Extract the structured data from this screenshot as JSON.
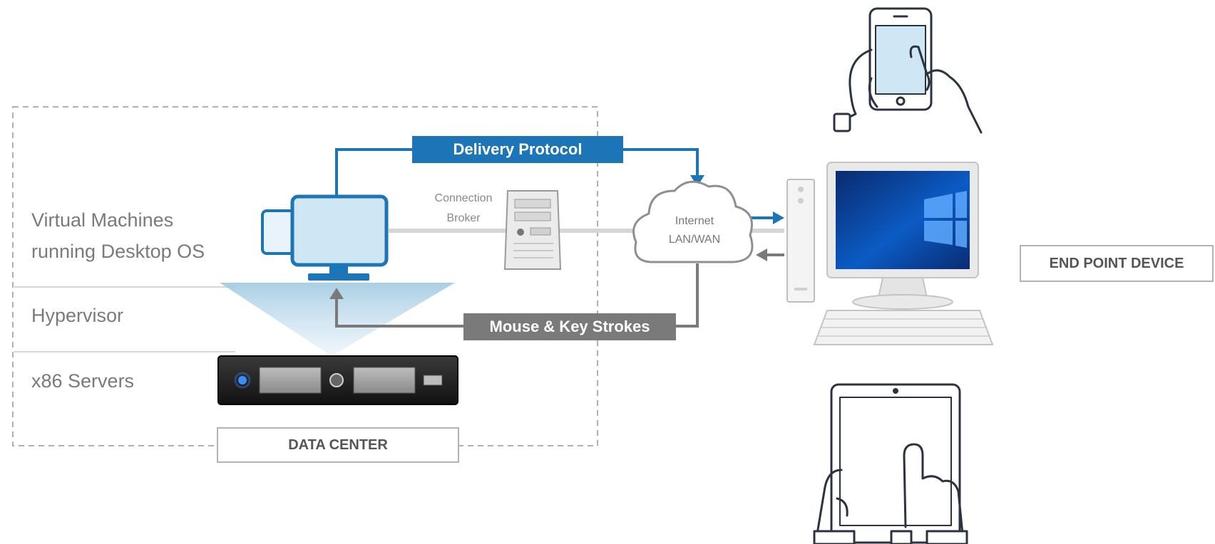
{
  "layers": {
    "vm_line1": "Virtual Machines",
    "vm_line2": "running Desktop OS",
    "hypervisor": "Hypervisor",
    "servers": "x86 Servers"
  },
  "data_center_label": "DATA CENTER",
  "endpoint_label": "END POINT DEVICE",
  "delivery_protocol": "Delivery Protocol",
  "mouse_keystrokes": "Mouse & Key Strokes",
  "broker": {
    "line1": "Connection",
    "line2": "Broker"
  },
  "network": {
    "line1": "Internet",
    "line2": "LAN/WAN"
  },
  "colors": {
    "protocol_blue": "#1b75b6",
    "feedback_gray": "#7a7a7a",
    "monitor_fill": "#cfe6f5",
    "beam": "#bcd9ea"
  },
  "icons": [
    "virtual-machine-monitor-icon",
    "server-rack-icon",
    "connection-broker-tower-icon",
    "cloud-icon",
    "smartphone-hand-icon",
    "desktop-computer-icon",
    "tablet-hands-icon"
  ]
}
